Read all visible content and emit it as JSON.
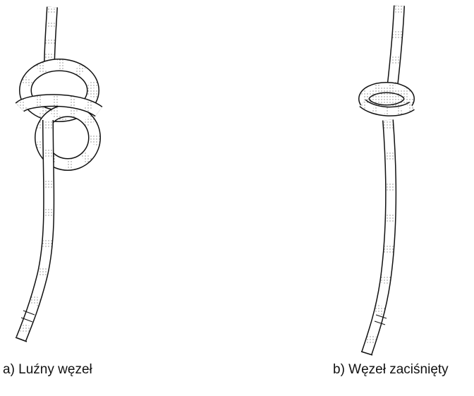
{
  "figures": [
    {
      "id": "a",
      "caption": "a) Luźny węzeł"
    },
    {
      "id": "b",
      "caption": "b) Węzeł zaciśnięty"
    }
  ],
  "colors": {
    "ink": "#111111",
    "rope": "#ffffff",
    "dots": "#555555"
  }
}
